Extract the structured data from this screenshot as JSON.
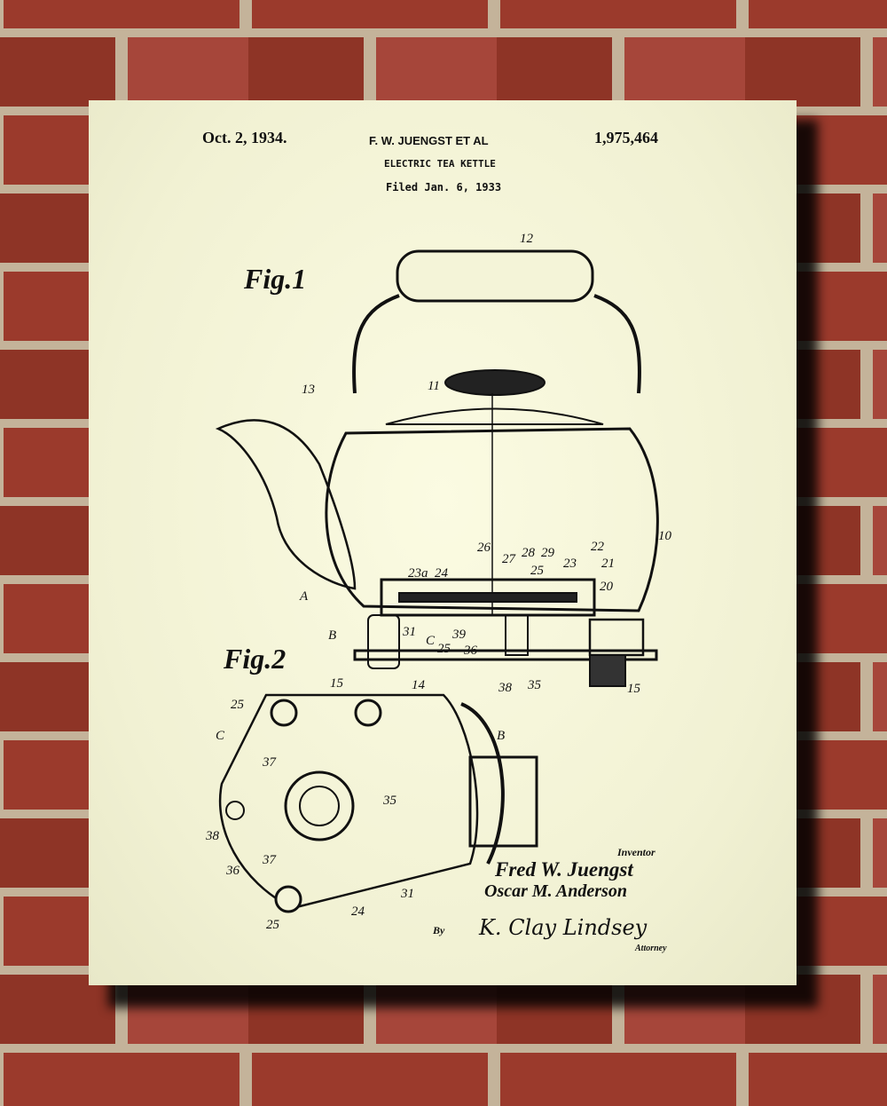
{
  "patent": {
    "date": "Oct. 2, 1934.",
    "inventor_header": "F. W. JUENGST ET AL",
    "number": "1,975,464",
    "title": "ELECTRIC TEA KETTLE",
    "filed": "Filed Jan. 6, 1933"
  },
  "figures": {
    "fig1_label": "Fig.1",
    "fig2_label": "Fig.2",
    "fig1_refs": [
      "12",
      "13",
      "11",
      "10",
      "A",
      "B",
      "15",
      "14",
      "38",
      "35",
      "15",
      "31",
      "C",
      "25",
      "36",
      "39",
      "23a",
      "24",
      "26",
      "27",
      "28",
      "29",
      "25",
      "23",
      "22",
      "21",
      "20"
    ],
    "fig2_refs": [
      "25",
      "C",
      "37",
      "38",
      "36",
      "37",
      "35",
      "B",
      "31",
      "24",
      "25"
    ]
  },
  "signature": {
    "inventor_label": "Inventor",
    "inventors": [
      "Fred W. Juengst",
      "Oscar M. Anderson"
    ],
    "by_label": "By",
    "attorney_signature": "K. Clay Lindsey",
    "attorney_label": "Attorney"
  },
  "colors": {
    "paper": "#f4f4d8",
    "brick": "#9a3b2c",
    "mortar": "#c9b8a0",
    "ink": "#111111"
  }
}
